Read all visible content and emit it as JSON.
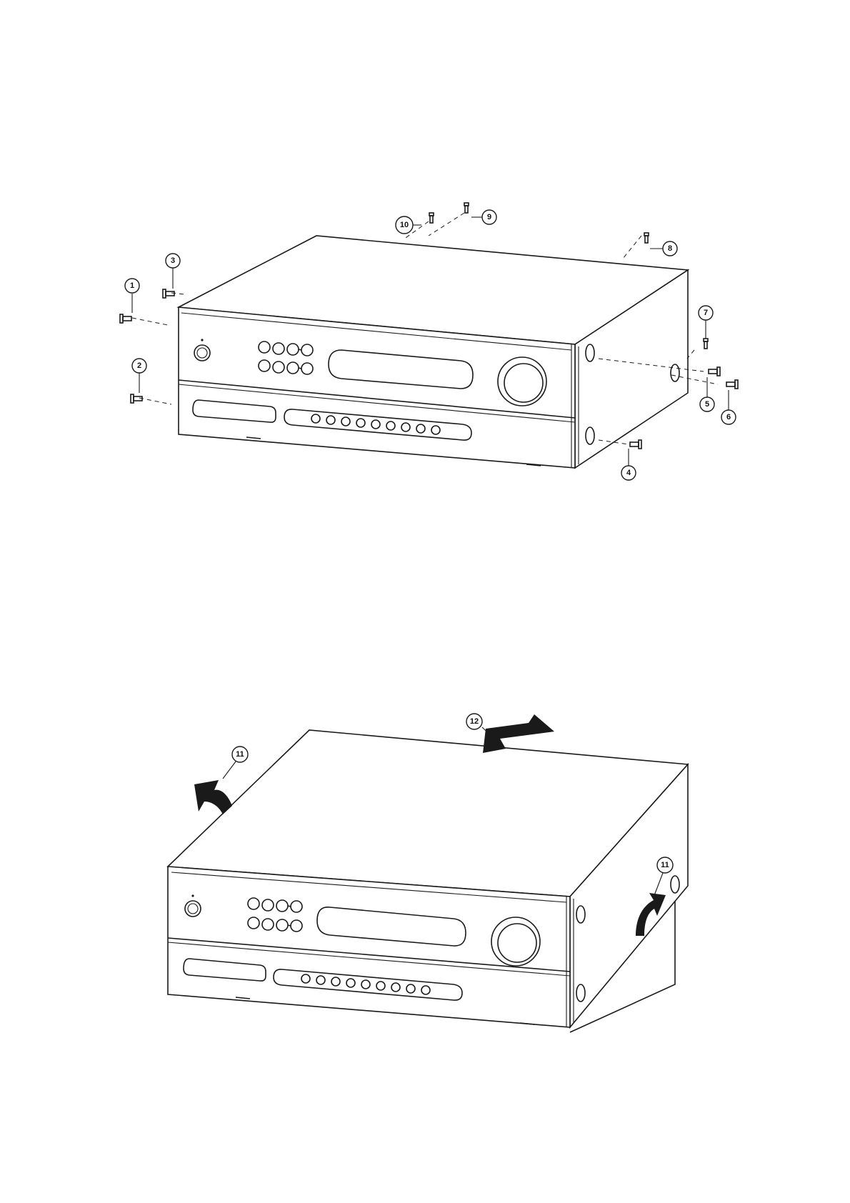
{
  "figure_top": {
    "callouts": [
      "1",
      "2",
      "3",
      "4",
      "5",
      "6",
      "7",
      "8",
      "9",
      "10"
    ]
  },
  "figure_bottom": {
    "callouts": [
      "11",
      "11",
      "12"
    ]
  },
  "colors": {
    "line": "#1a1a1a",
    "arrow": "#1a1a1a",
    "background": "#ffffff"
  }
}
